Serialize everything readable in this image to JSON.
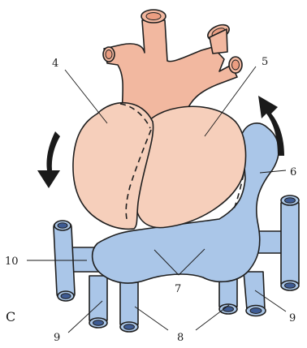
{
  "labels": {
    "l4": "4",
    "l5": "5",
    "l6": "6",
    "l7": "7",
    "l8": "8",
    "l9_left": "9",
    "l9_right": "9",
    "l10": "10",
    "panel": "C"
  },
  "colors": {
    "arterial": "#f2b8a0",
    "arterial_dark": "#ec9e82",
    "heart_pink": "#f6cfbb",
    "venous": "#aac6e8",
    "vessel_lumen": "#3e5b93",
    "outline": "#1f1f1f",
    "arrow": "#1a1a1a"
  }
}
